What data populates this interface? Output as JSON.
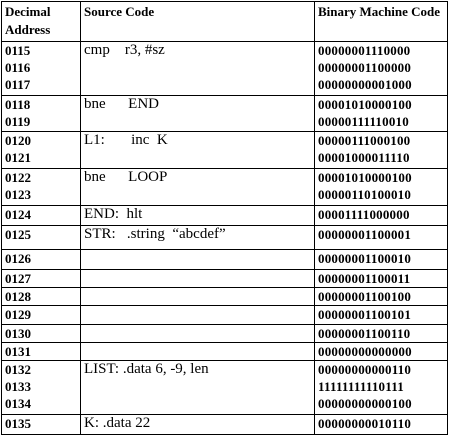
{
  "headers": {
    "address": "Decimal Address",
    "source": "Source Code",
    "binary": "Binary Machine Code"
  },
  "rows": [
    {
      "addresses": [
        "0115",
        "0116",
        "0117"
      ],
      "source": "cmp    r3, #sz",
      "binary": [
        "00000001110000",
        "00000001100000",
        "00000000001000"
      ]
    },
    {
      "addresses": [
        "0118",
        "0119"
      ],
      "source": "bne      END",
      "binary": [
        "00001010000100",
        "00000111110010"
      ]
    },
    {
      "addresses": [
        "0120",
        "0121"
      ],
      "source": "L1:       inc  K",
      "binary": [
        "00000111000100",
        "00001000011110"
      ]
    },
    {
      "addresses": [
        "0122",
        "0123"
      ],
      "source": "bne      LOOP",
      "binary": [
        "00001010000100",
        "00000110100010"
      ]
    },
    {
      "addresses": [
        "0124"
      ],
      "source": "END:  hlt",
      "binary": [
        "00001111000000"
      ]
    },
    {
      "addresses": [
        "0125"
      ],
      "source": "STR:   .string  “abcdef”",
      "binary": [
        "00000001100001"
      ]
    },
    {
      "addresses": [
        "0126"
      ],
      "source": "",
      "binary": [
        "00000001100010"
      ]
    },
    {
      "addresses": [
        "0127"
      ],
      "source": "",
      "binary": [
        "00000001100011"
      ]
    },
    {
      "addresses": [
        "0128"
      ],
      "source": "",
      "binary": [
        "00000001100100"
      ]
    },
    {
      "addresses": [
        "0129"
      ],
      "source": "",
      "binary": [
        "00000001100101"
      ]
    },
    {
      "addresses": [
        "0130"
      ],
      "source": "",
      "binary": [
        "00000001100110"
      ]
    },
    {
      "addresses": [
        "0131"
      ],
      "source": "",
      "binary": [
        "00000000000000"
      ]
    },
    {
      "addresses": [
        "0132",
        "0133",
        "0134"
      ],
      "source": "LIST: .data 6, -9, len",
      "binary": [
        "00000000000110",
        "11111111110111",
        "00000000000100"
      ]
    },
    {
      "addresses": [
        "0135"
      ],
      "source": "K: .data 22",
      "binary": [
        "00000000010110"
      ]
    }
  ]
}
